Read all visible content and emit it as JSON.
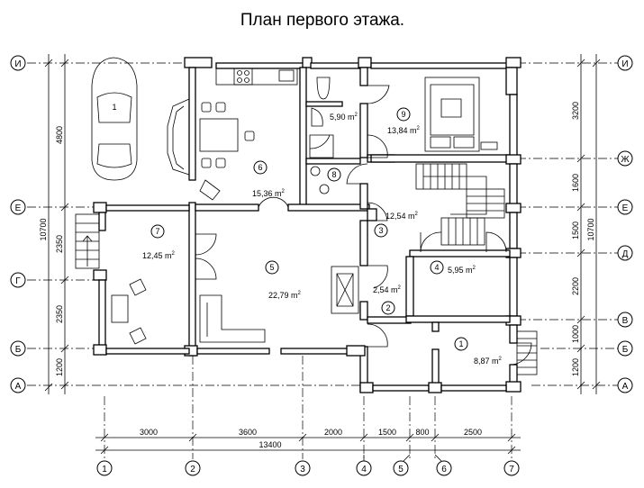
{
  "title": "План первого этажа.",
  "rooms": [
    {
      "num": "1",
      "area": "8,87",
      "unit": "m"
    },
    {
      "num": "2",
      "area": "2,54",
      "unit": "m"
    },
    {
      "num": "3",
      "area": "12,54",
      "unit": "m"
    },
    {
      "num": "4",
      "area": "5,95",
      "unit": "m"
    },
    {
      "num": "5",
      "area": "22,79",
      "unit": "m"
    },
    {
      "num": "6",
      "area": "15,36",
      "unit": "m"
    },
    {
      "num": "7",
      "area": "12,45",
      "unit": "m"
    },
    {
      "num": "8",
      "area": "",
      "unit": ""
    },
    {
      "num": "9",
      "area": "13,84",
      "unit": "m"
    },
    {
      "num": "",
      "area": "5,90",
      "unit": "m"
    }
  ],
  "car_number": "1",
  "superscript": "2",
  "axes_letters": [
    "И",
    "Ж",
    "Е",
    "Д",
    "Г",
    "В",
    "Б",
    "А"
  ],
  "axes_numbers": [
    "1",
    "2",
    "3",
    "4",
    "5",
    "6",
    "7"
  ],
  "dims_bottom": [
    "3000",
    "3600",
    "2000",
    "1500",
    "800",
    "2500"
  ],
  "dim_total_bottom": "13400",
  "dims_left": [
    "4800",
    "2350",
    "2350",
    "1200"
  ],
  "dim_total_left": "10700",
  "dims_right": [
    "3200",
    "1600",
    "1500",
    "2200",
    "1000",
    "1200"
  ],
  "dim_total_right": "10700"
}
